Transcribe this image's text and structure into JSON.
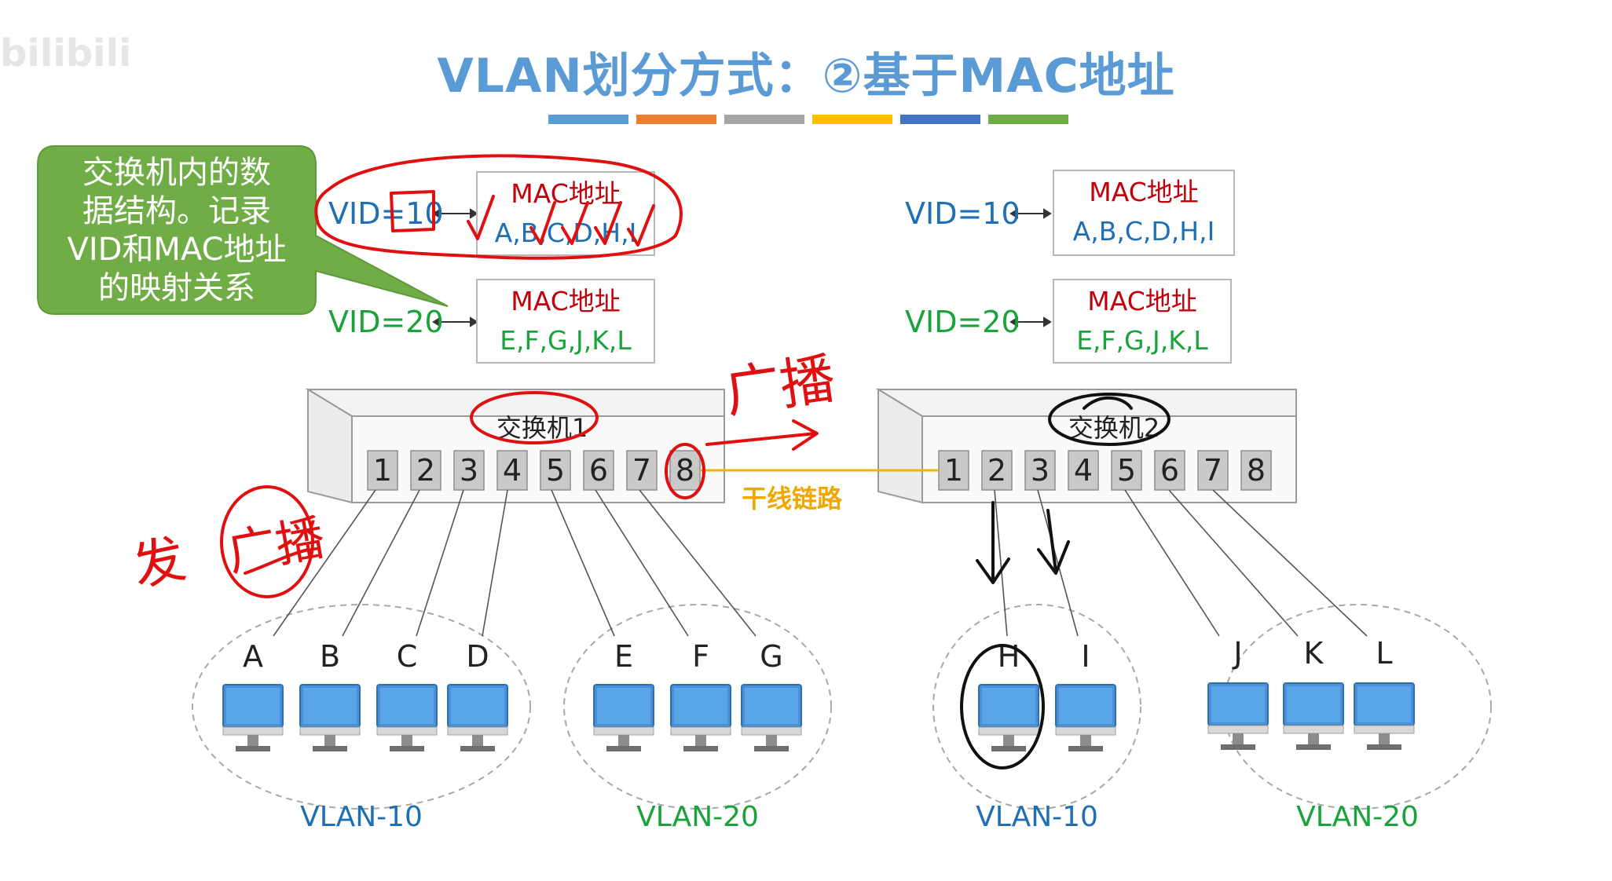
{
  "watermark": "bilibili",
  "slide": {
    "title": "VLAN划分方式：②基于MAC地址",
    "title_bar_colors": [
      "#5b9bd5",
      "#ed7d31",
      "#a5a5a5",
      "#ffc000",
      "#4472c4",
      "#70ad47"
    ]
  },
  "callout": {
    "lines": [
      "交换机内的数",
      "据结构。记录",
      "VID和MAC地址",
      "的映射关系"
    ],
    "color": "#70ad47"
  },
  "tables": [
    {
      "rows": [
        {
          "vid": "VID=10",
          "mac_title": "MAC地址",
          "macs": "A,B,C,D,H,I",
          "color": "#1f6fb5"
        },
        {
          "vid": "VID=20",
          "mac_title": "MAC地址",
          "macs": "E,F,G,J,K,L",
          "color": "#1aa33a"
        }
      ]
    },
    {
      "rows": [
        {
          "vid": "VID=10",
          "mac_title": "MAC地址",
          "macs": "A,B,C,D,H,I",
          "color": "#1f6fb5"
        },
        {
          "vid": "VID=20",
          "mac_title": "MAC地址",
          "macs": "E,F,G,J,K,L",
          "color": "#1aa33a"
        }
      ]
    }
  ],
  "switches": [
    {
      "label": "交换机1",
      "ports": [
        "1",
        "2",
        "3",
        "4",
        "5",
        "6",
        "7",
        "8"
      ]
    },
    {
      "label": "交换机2",
      "ports": [
        "1",
        "2",
        "3",
        "4",
        "5",
        "6",
        "7",
        "8"
      ]
    }
  ],
  "trunk_label": "干线链路",
  "hosts": [
    "A",
    "B",
    "C",
    "D",
    "E",
    "F",
    "G",
    "H",
    "I",
    "J",
    "K",
    "L"
  ],
  "vlans": [
    {
      "label": "VLAN-10",
      "color": "#1f6fb5"
    },
    {
      "label": "VLAN-20",
      "color": "#1aa33a"
    },
    {
      "label": "VLAN-10",
      "color": "#1f6fb5"
    },
    {
      "label": "VLAN-20",
      "color": "#1aa33a"
    }
  ],
  "annotations": {
    "broadcast": "广播",
    "send": "发",
    "ink_color": "#e01010"
  }
}
